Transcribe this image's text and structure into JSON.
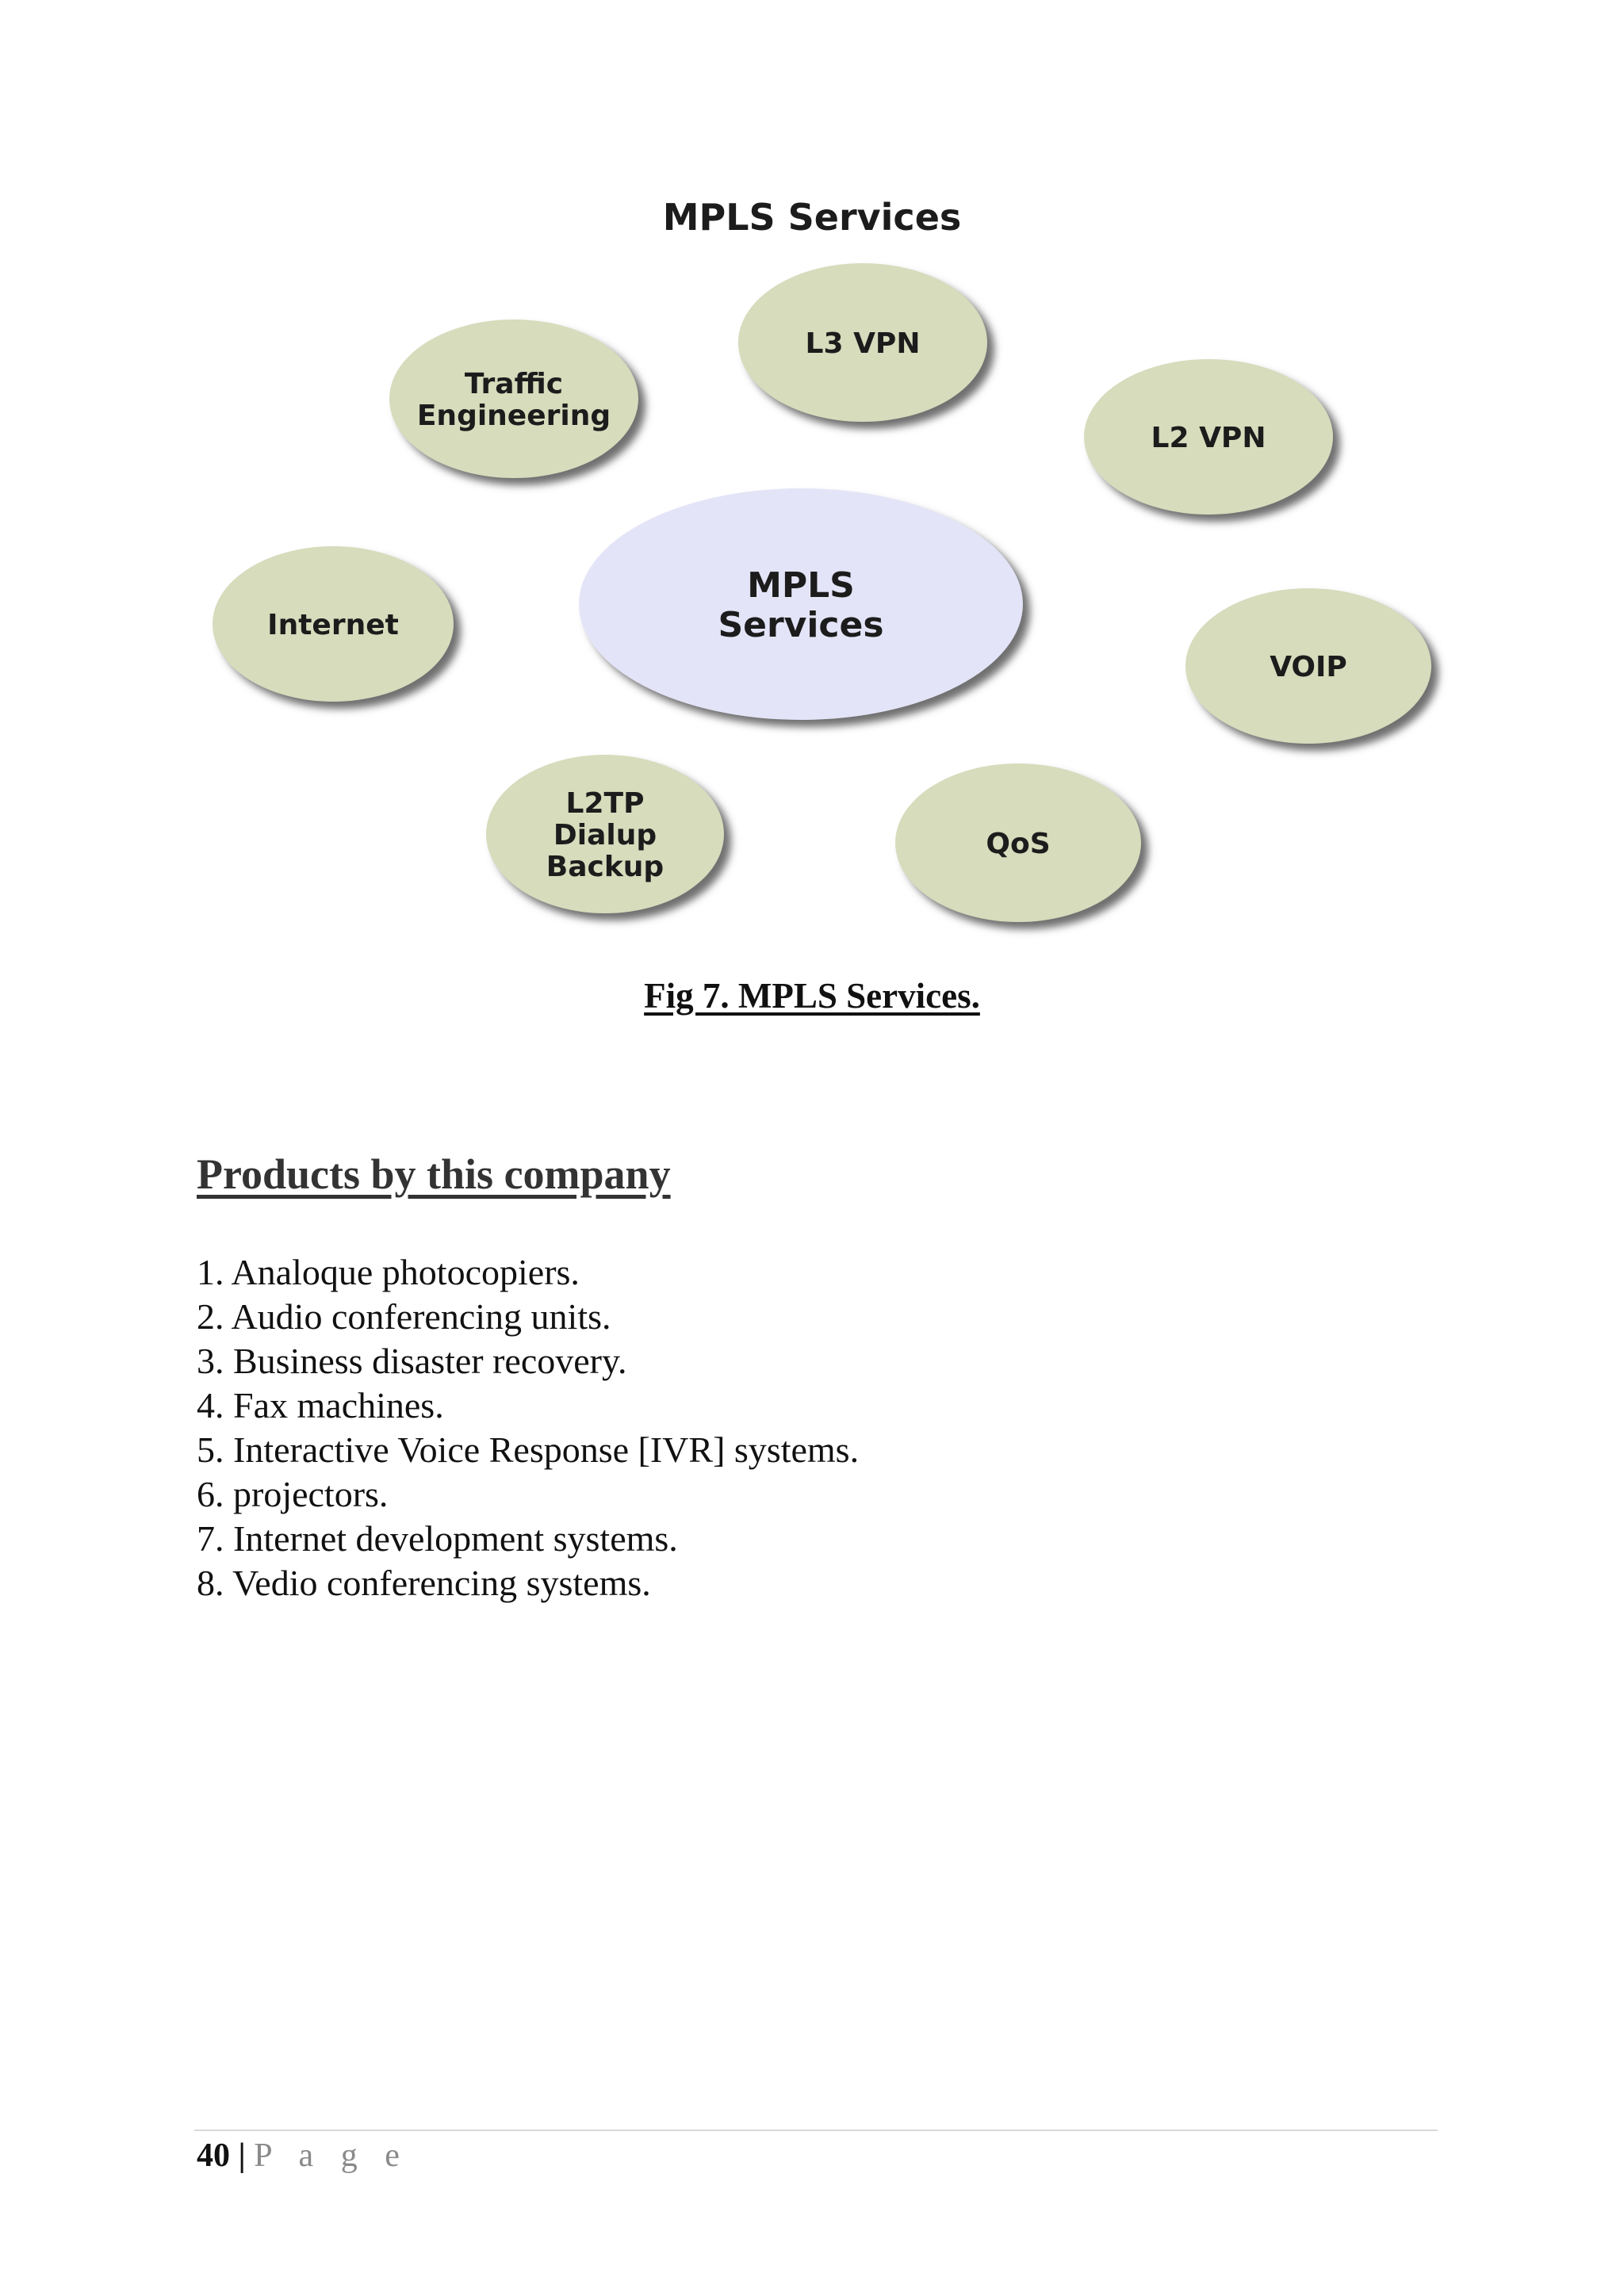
{
  "figure": {
    "title": "MPLS Services",
    "center": [
      "MPLS",
      "Services"
    ],
    "nodes": [
      {
        "lines": [
          "L3 VPN"
        ]
      },
      {
        "lines": [
          "Traffic",
          "Engineering"
        ]
      },
      {
        "lines": [
          "L2 VPN"
        ]
      },
      {
        "lines": [
          "Internet"
        ]
      },
      {
        "lines": [
          "VOIP"
        ]
      },
      {
        "lines": [
          "L2TP",
          "Dialup",
          "Backup"
        ]
      },
      {
        "lines": [
          "QoS"
        ]
      }
    ],
    "colors": {
      "node_fill": "#d6dcbc",
      "center_fill": "#e4e4f8",
      "shadow": "#6f6f6f"
    }
  },
  "caption": "Fig 7. MPLS Services.",
  "section_heading": "Products by this company",
  "products": [
    "1. Analoque photocopiers.",
    "2. Audio conferencing units.",
    "3. Business disaster recovery.",
    "4. Fax machines.",
    "5. Interactive Voice Response [IVR] systems.",
    "6. projectors.",
    "7. Internet development systems.",
    "8. Vedio conferencing systems."
  ],
  "footer": {
    "page_number": "40",
    "separator": "|",
    "page_word": "P a g e"
  }
}
